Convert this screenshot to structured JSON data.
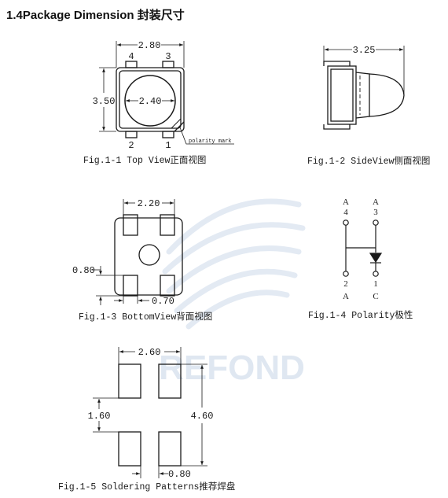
{
  "heading": "1.4Package Dimension 封装尺寸",
  "watermark": "REFOND",
  "colors": {
    "line": "#1a1a1a",
    "watermark": "#dfe7f1"
  },
  "fig1": {
    "caption": "Fig.1-1 Top View正面视图",
    "width_dim": "2.80",
    "height_dim": "3.50",
    "lens_dim": "2.40",
    "pin_top_left": "4",
    "pin_top_right": "3",
    "pin_bottom_left": "2",
    "pin_bottom_right": "1",
    "polarity_label": "polarity mark"
  },
  "fig2": {
    "caption": "Fig.1-2 SideView侧面视图",
    "length_dim": "3.25"
  },
  "fig3": {
    "caption": "Fig.1-3 BottomView背面视图",
    "width_dim": "2.20",
    "pad_height_dim": "0.80",
    "pad_width_dim": "0.70"
  },
  "fig4": {
    "caption": "Fig.1-4 Polarity极性",
    "pin4_type": "A",
    "pin4_num": "4",
    "pin3_type": "A",
    "pin3_num": "3",
    "pin2_num": "2",
    "pin2_type": "A",
    "pin1_num": "1",
    "pin1_type": "C"
  },
  "fig5": {
    "caption": "Fig.1-5 Soldering Patterns推荐焊盘",
    "width_dim": "2.60",
    "gap_dim": "1.60",
    "height_dim": "4.60",
    "pad_width_dim": "0.80"
  }
}
